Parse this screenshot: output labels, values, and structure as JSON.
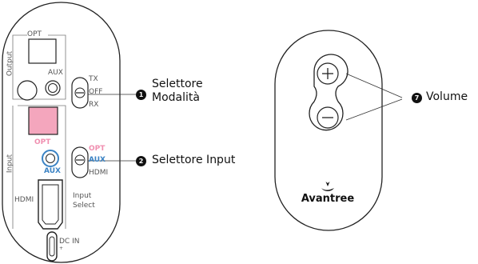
{
  "left_device": {
    "output_label": "Output",
    "input_label": "Input",
    "opt_out_label": "OPT",
    "aux_out_label": "AUX",
    "mode_positions": [
      "TX",
      "OFF",
      "RX"
    ],
    "opt_in_label": "OPT",
    "aux_in_label": "AUX",
    "input_positions": [
      "OPT",
      "AUX",
      "HDMI"
    ],
    "hdmi_label": "HDMI",
    "input_select_label": [
      "Input",
      "Select"
    ],
    "dc_in_label": "DC IN",
    "dc_in_sub": "+",
    "colors": {
      "opt_pink": "#f4a6bd",
      "opt_text": "#f08fb0",
      "aux_blue": "#3b83c4"
    }
  },
  "callouts": [
    {
      "number": "1",
      "lines": [
        "Selettore",
        "Modalità"
      ]
    },
    {
      "number": "2",
      "lines": [
        "Selettore Input"
      ]
    },
    {
      "number": "7",
      "lines": [
        "Volume"
      ]
    }
  ],
  "remote": {
    "plus_icon": "plus-icon",
    "minus_icon": "minus-icon",
    "brand": "Avantree"
  }
}
